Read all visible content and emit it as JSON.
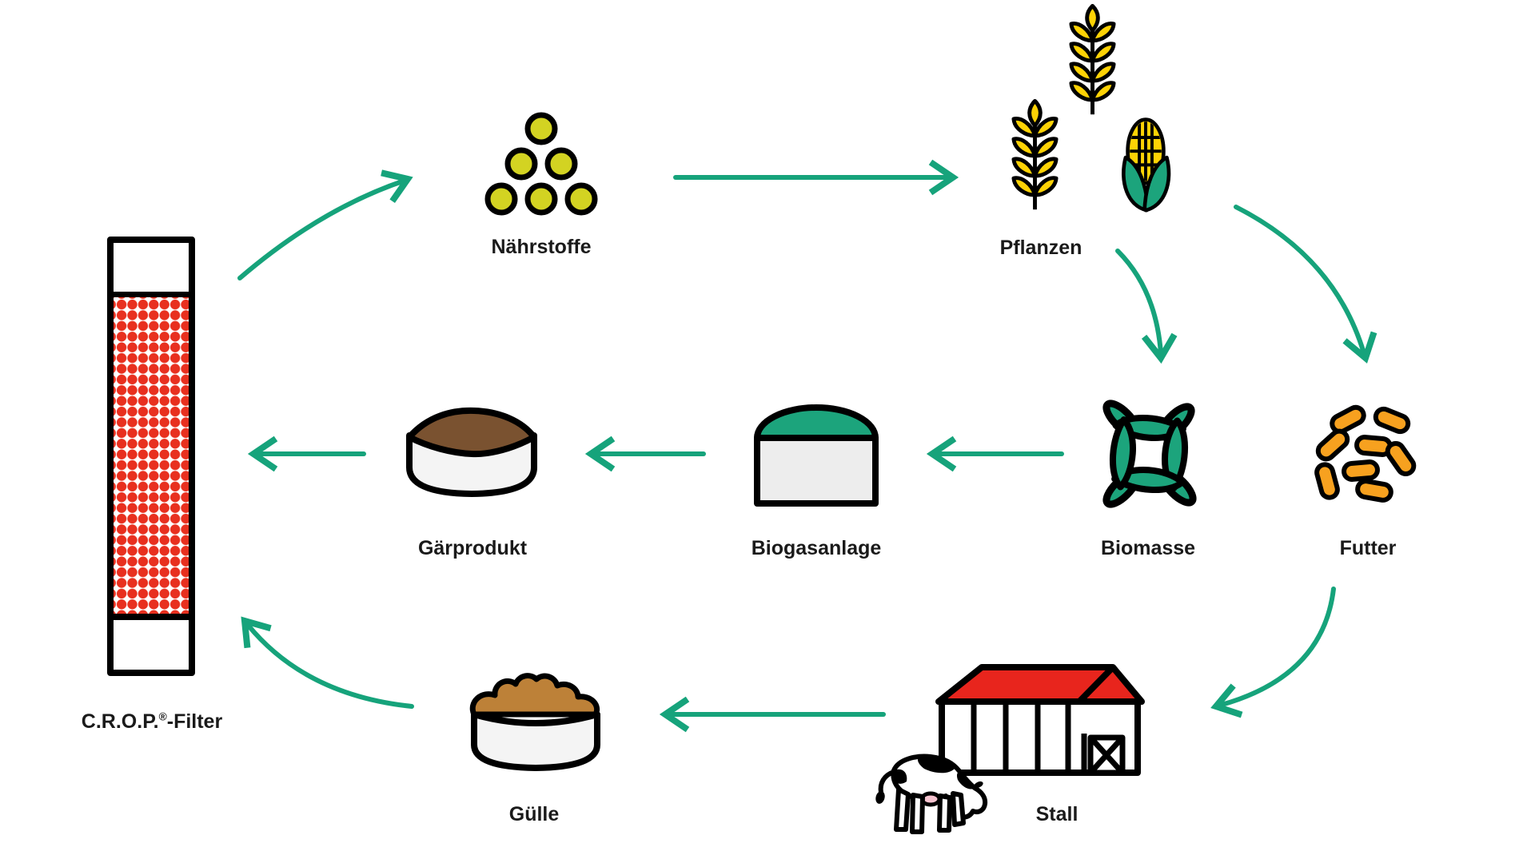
{
  "diagram": {
    "labels": {
      "filter_prefix": "C.R.O.P.",
      "filter_reg": "®",
      "filter_suffix": "-Filter",
      "naehrstoffe": "Nährstoffe",
      "pflanzen": "Pflanzen",
      "futter": "Futter",
      "biomasse": "Biomasse",
      "biogasanlage": "Biogasanlage",
      "gaerprodukt": "Gärprodukt",
      "guelle": "Gülle",
      "stall": "Stall"
    },
    "colors": {
      "teal": "#16a37b",
      "leaf_green": "#1ca47c",
      "wheat_yellow": "#fdd205",
      "nutrient_yellow_green": "#d3d322",
      "pellet_orange": "#f7a11f",
      "manure_brown": "#bd8138",
      "digestate_brown": "#7a5230",
      "filter_dot_red": "#e8301f",
      "roof_red": "#e8251d",
      "tank_gray": "#ededed",
      "label_text": "#1a1a1a",
      "outline": "#000000",
      "background": "#ffffff"
    },
    "edges": [
      {
        "from": "C.R.O.P.®-Filter",
        "to": "Nährstoffe"
      },
      {
        "from": "Nährstoffe",
        "to": "Pflanzen"
      },
      {
        "from": "Pflanzen",
        "to": "Biomasse"
      },
      {
        "from": "Pflanzen",
        "to": "Futter"
      },
      {
        "from": "Futter",
        "to": "Stall"
      },
      {
        "from": "Stall",
        "to": "Gülle"
      },
      {
        "from": "Gülle",
        "to": "C.R.O.P.®-Filter"
      },
      {
        "from": "Biomasse",
        "to": "Biogasanlage"
      },
      {
        "from": "Biogasanlage",
        "to": "Gärprodukt"
      },
      {
        "from": "Gärprodukt",
        "to": "C.R.O.P.®-Filter"
      }
    ]
  }
}
